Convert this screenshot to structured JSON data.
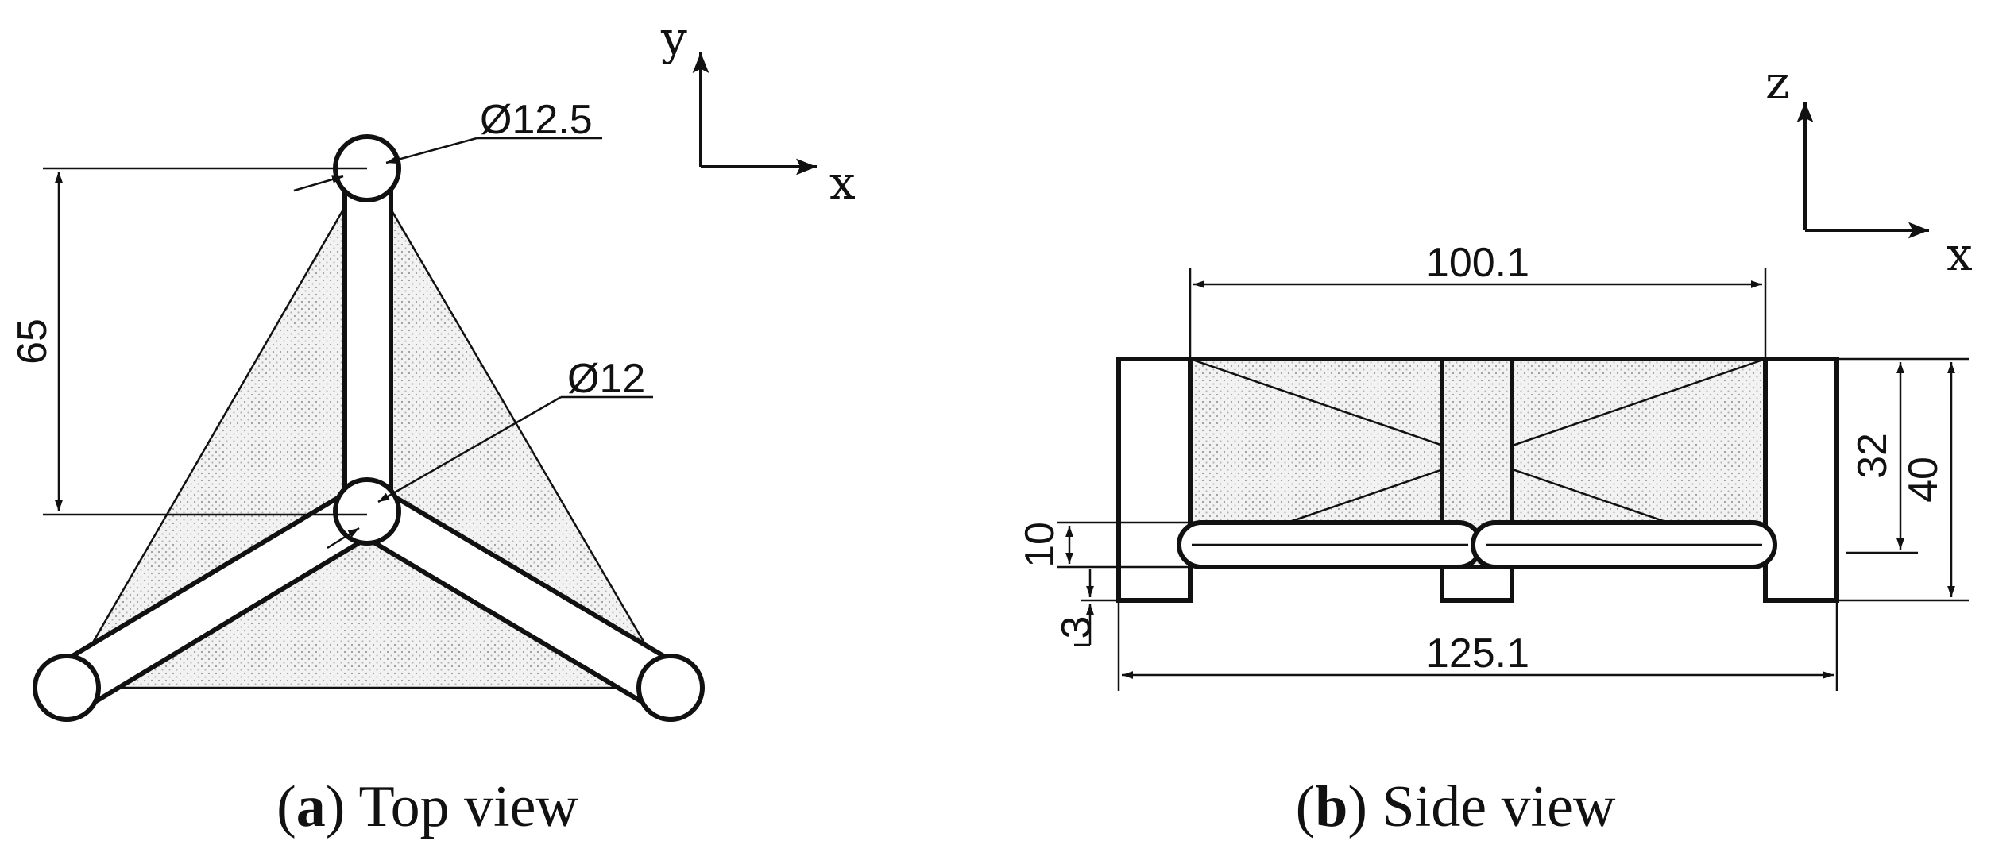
{
  "top_view": {
    "caption_letter": "a",
    "caption_text": "Top view",
    "dim_height": "65",
    "dim_top_diameter": "Ø12.5",
    "dim_center_diameter": "Ø12",
    "axis_y": "y",
    "axis_x": "x"
  },
  "side_view": {
    "caption_letter": "b",
    "caption_text": "Side view",
    "dim_inner_width": "100.1",
    "dim_outer_width": "125.1",
    "dim_32": "32",
    "dim_40": "40",
    "dim_10": "10",
    "dim_3": "3",
    "axis_z": "z",
    "axis_x": "x"
  }
}
